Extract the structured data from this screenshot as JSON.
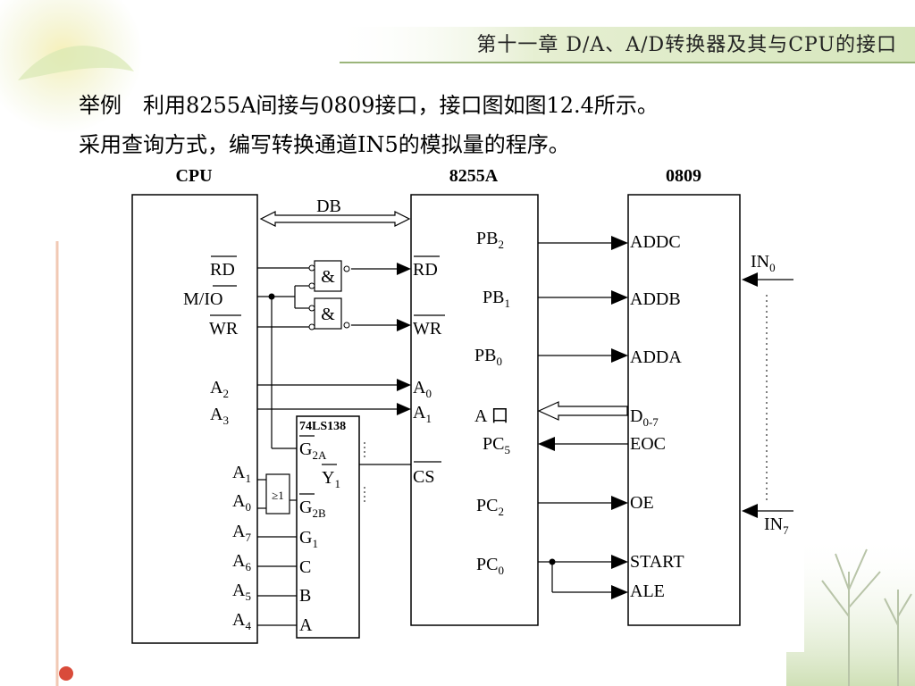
{
  "header": {
    "title": "第十一章 D/A、A/D转换器及其与CPU的接口"
  },
  "intro": {
    "line1": "举例　利用8255A间接与0809接口，接口图如图12.4所示。",
    "line2": "采用查询方式，编写转换通道IN5的模拟量的程序。"
  },
  "diagram": {
    "cpu": {
      "title": "CPU",
      "rd": "RD",
      "mio_prefix": "M/",
      "mio_io": "IO",
      "wr": "WR",
      "a2": "A",
      "a2_sub": "2",
      "a3": "A",
      "a3_sub": "3",
      "a1": "A",
      "a1_sub": "1",
      "a0": "A",
      "a0_sub": "0",
      "a7": "A",
      "a7_sub": "7",
      "a6": "A",
      "a6_sub": "6",
      "a5": "A",
      "a5_sub": "5",
      "a4": "A",
      "a4_sub": "4"
    },
    "bus_label": "DB",
    "and_gate": "&",
    "or_gate": "≥1",
    "decoder": {
      "name": "74LS138",
      "g2a": "G",
      "g2a_sub": "2A",
      "y1": "Y",
      "y1_sub": "1",
      "g2b": "G",
      "g2b_sub": "2B",
      "g1": "G",
      "g1_sub": "1",
      "c": "C",
      "b": "B",
      "a": "A"
    },
    "ppi": {
      "title": "8255A",
      "rd": "RD",
      "wr": "WR",
      "a0": "A",
      "a0_sub": "0",
      "a1": "A",
      "a1_sub": "1",
      "cs": "CS",
      "pb2": "PB",
      "pb2_sub": "2",
      "pb1": "PB",
      "pb1_sub": "1",
      "pb0": "PB",
      "pb0_sub": "0",
      "porta": "A 口",
      "pc5": "PC",
      "pc5_sub": "5",
      "pc2": "PC",
      "pc2_sub": "2",
      "pc0": "PC",
      "pc0_sub": "0"
    },
    "adc": {
      "title": "0809",
      "addc": "ADDC",
      "addb": "ADDB",
      "adda": "ADDA",
      "d": "D",
      "d_sub": "0-7",
      "eoc": "EOC",
      "oe": "OE",
      "start": "START",
      "ale": "ALE",
      "in0": "IN",
      "in0_sub": "0",
      "in7": "IN",
      "in7_sub": "7"
    }
  }
}
